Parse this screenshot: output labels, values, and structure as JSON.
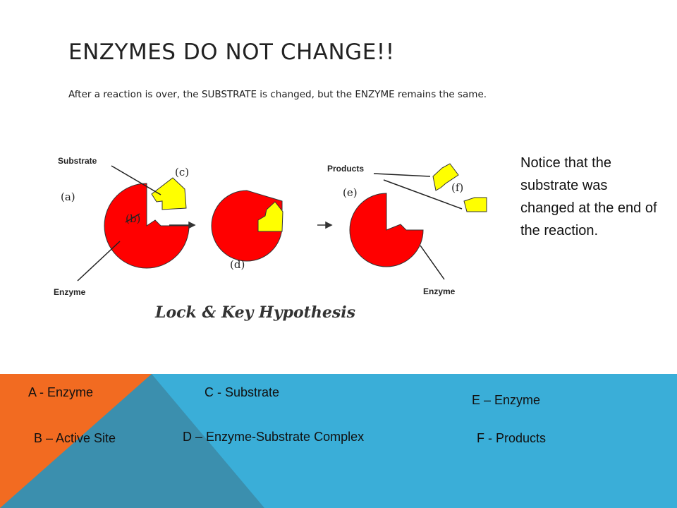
{
  "title": "ENZYMES DO NOT CHANGE!!",
  "subtitle": "After a reaction is over, the SUBSTRATE is changed, but the ENZYME remains the same.",
  "note": "Notice that the substrate was changed at the end of the reaction.",
  "diagram": {
    "substrate_label": "Substrate",
    "products_label": "Products",
    "enzyme_left_label": "Enzyme",
    "enzyme_right_label": "Enzyme",
    "letters": {
      "a": "(a)",
      "b": "(b)",
      "c": "(c)",
      "d": "(d)",
      "e": "(e)",
      "f": "(f)"
    },
    "caption": "Lock & Key Hypothesis",
    "colors": {
      "enzyme": "#ff0000",
      "substrate": "#ffff00"
    }
  },
  "legend": {
    "a": "A - Enzyme",
    "b": "B – Active Site",
    "c": "C - Substrate",
    "d": "D – Enzyme-Substrate Complex",
    "e": "E – Enzyme",
    "f": "F - Products"
  },
  "colors": {
    "band_blue": "#3aaed8",
    "band_orange": "#f26b21",
    "band_overlap": "#3b8fae"
  }
}
